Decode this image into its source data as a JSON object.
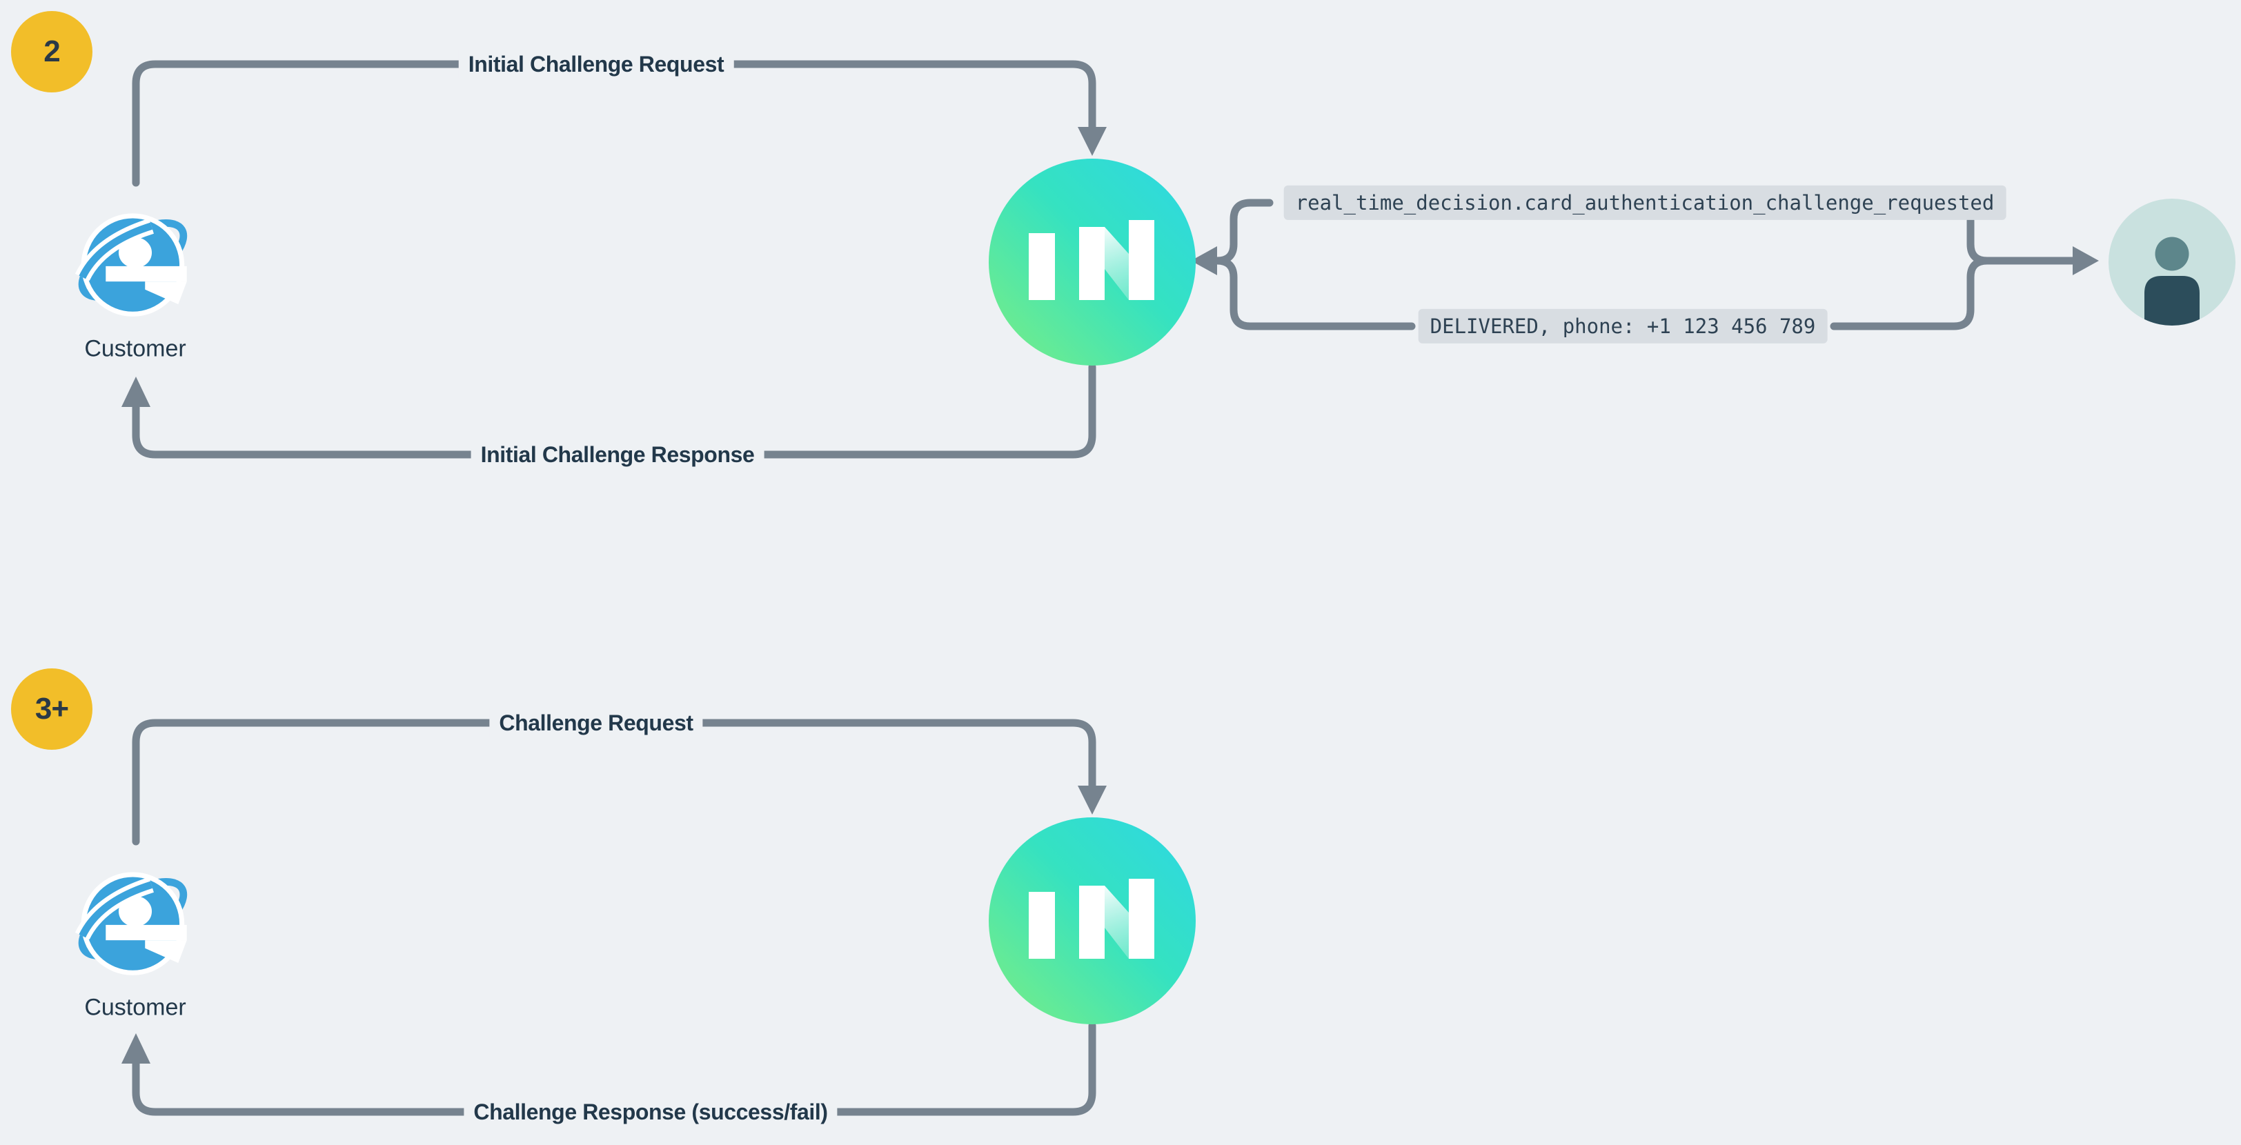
{
  "theme": {
    "colors": {
      "background": "#eef1f4",
      "connector": "#76838f",
      "label_text": "#22384a",
      "chip_bg": "#d8dde2",
      "chip_text": "#2e4253",
      "badge_bg": "#f2be29",
      "badge_text": "#2a3947",
      "ie_blue": "#3ba3dc",
      "logo_green": "#7bee83",
      "logo_teal": "#35e2c1",
      "logo_cyan": "#2ed7e4",
      "avatar_bg": "#c9e1df",
      "avatar_head": "#5d868b",
      "avatar_body": "#2c4d5b"
    }
  },
  "actors": {
    "customer": "Customer",
    "platform_logo_text": "IN",
    "end_user": "person"
  },
  "diagrams": [
    {
      "badge": "2",
      "request_label": "Initial Challenge Request",
      "response_label": "Initial Challenge Response",
      "customer_label": "Customer",
      "webhook_event": "real_time_decision.card_authentication_challenge_requested",
      "sms_status": "DELIVERED, phone: +1 123 456 789"
    },
    {
      "badge": "3+",
      "request_label": "Challenge Request",
      "response_label": "Challenge Response (success/fail)",
      "customer_label": "Customer"
    }
  ]
}
